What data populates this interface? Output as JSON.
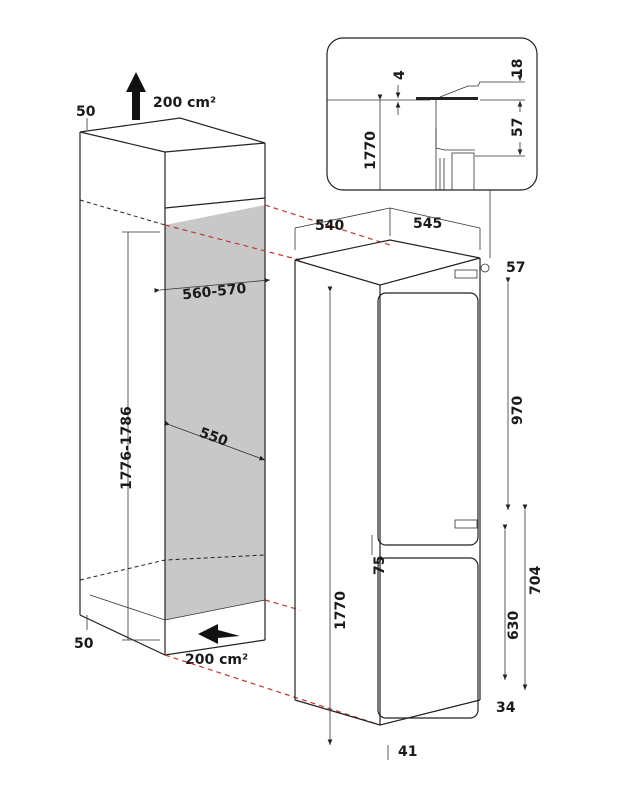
{
  "diagram": {
    "vent_top": "200 cm²",
    "vent_bottom": "200 cm²",
    "dim_top_offset": "50",
    "dim_bottom_offset": "50",
    "niche_height": "1776-1786",
    "niche_width": "560-570",
    "niche_depth": "550",
    "appliance_depth": "540",
    "appliance_width": "545",
    "top_gap": "57",
    "upper_door": "970",
    "door_gap": "75",
    "appliance_height": "1770",
    "lower_section": "704",
    "lower_door": "630",
    "foot_right": "34",
    "foot_front": "41",
    "inset": {
      "gap": "4",
      "top": "18",
      "bracket": "57",
      "height": "1770"
    }
  }
}
